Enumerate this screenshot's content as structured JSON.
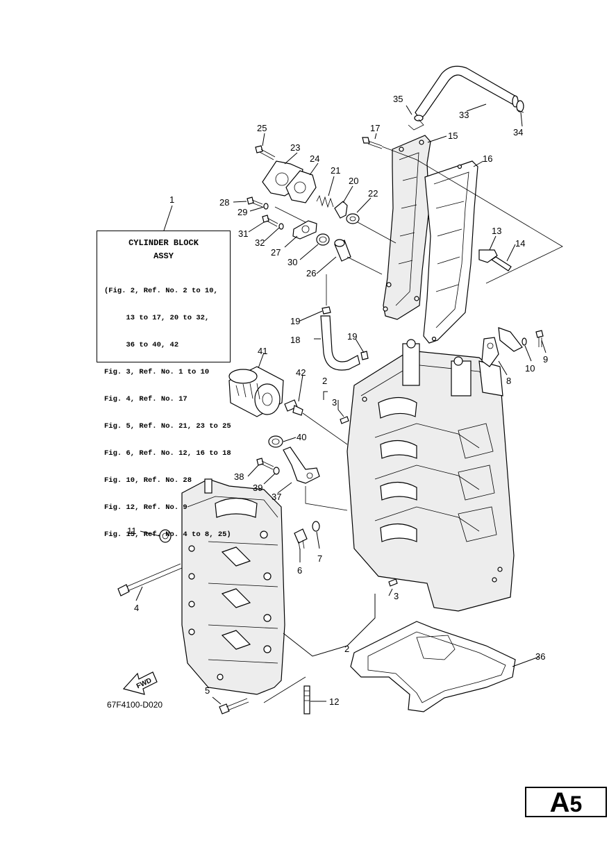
{
  "info_box": {
    "title_line1": "CYLINDER BLOCK",
    "title_line2": "ASSY",
    "references": [
      "(Fig. 2, Ref. No. 2 to 10,",
      "     13 to 17, 20 to 32,",
      "     36 to 40, 42",
      "Fig. 3, Ref. No. 1 to 10",
      "Fig. 4, Ref. No. 17",
      "Fig. 5, Ref. No. 21, 23 to 25",
      "Fig. 6, Ref. No. 12, 16 to 18",
      "Fig. 10, Ref. No. 28",
      "Fig. 12, Ref. No. 9",
      "Fig. 15, Ref. No. 4 to 8, 25)"
    ]
  },
  "diagram_code": "67F4100-D020",
  "fwd_label": "FWD",
  "page_id": {
    "letter": "A",
    "number": "5"
  },
  "callouts": [
    "1",
    "2",
    "2",
    "3",
    "3",
    "4",
    "5",
    "6",
    "7",
    "8",
    "9",
    "10",
    "11",
    "12",
    "13",
    "14",
    "15",
    "16",
    "17",
    "18",
    "19",
    "19",
    "20",
    "21",
    "22",
    "23",
    "24",
    "25",
    "26",
    "27",
    "28",
    "29",
    "30",
    "31",
    "32",
    "33",
    "34",
    "35",
    "36",
    "37",
    "38",
    "39",
    "40",
    "41",
    "42"
  ]
}
